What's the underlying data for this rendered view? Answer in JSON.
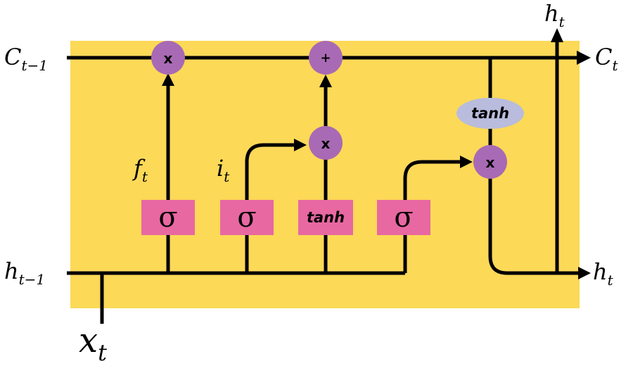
{
  "labels": {
    "c_prev": {
      "base": "C",
      "sub": "t−1"
    },
    "c_next": {
      "base": "C",
      "sub": "t"
    },
    "h_prev": {
      "base": "h",
      "sub": "t−1"
    },
    "h_next": {
      "base": "h",
      "sub": "t"
    },
    "h_top": {
      "base": "h",
      "sub": "t"
    },
    "x_in": {
      "base": "x",
      "sub": "t"
    },
    "f_gate": {
      "base": "f",
      "sub": "t"
    },
    "i_gate": {
      "base": "i",
      "sub": "t"
    }
  },
  "gates": {
    "forget": "σ",
    "input": "σ",
    "candidate": "tanh",
    "output": "σ"
  },
  "ops": {
    "forget_mult": "x",
    "cell_add": "+",
    "input_mult": "x",
    "output_mult": "x"
  },
  "cell_tanh": "tanh",
  "colors": {
    "cell_background": "#fcd957",
    "gate_box": "#e868a2",
    "operation_circle": "#a86ab4",
    "tanh_oval": "#b9bcdc",
    "wire": "#000000"
  }
}
